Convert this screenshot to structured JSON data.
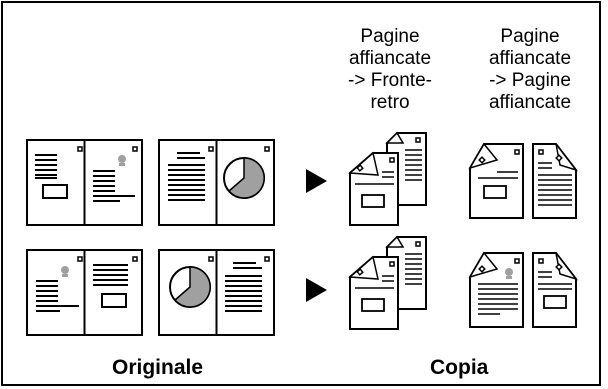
{
  "columns": {
    "duplex": [
      "Pagine",
      "affiancate",
      "-> Fronte-",
      "retro"
    ],
    "book": [
      "Pagine",
      "affiancate",
      "-> Pagine",
      "affiancate"
    ]
  },
  "labels": {
    "original": "Originale",
    "copy": "Copia"
  },
  "colors": {
    "line": "#000000",
    "gray": "#a0a0a0",
    "paper": "#ffffff"
  },
  "icons": {
    "arrow": "right-pointing-triangle"
  }
}
